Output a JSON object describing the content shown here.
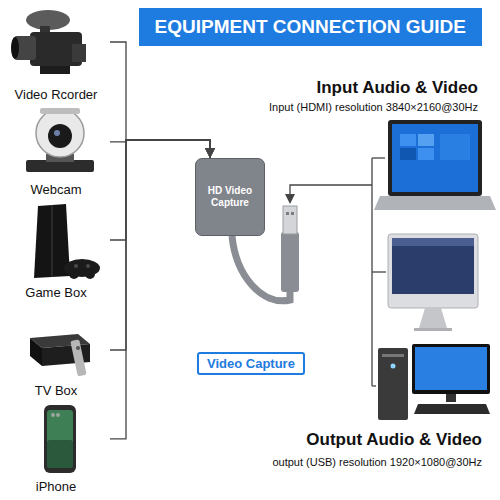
{
  "diagram": {
    "title": "EQUIPMENT CONNECTION GUIDE",
    "nodes": [
      {
        "text": [
          "Video Rcorder"
        ]
      },
      {
        "text": [
          "Webcam"
        ]
      },
      {
        "text": [
          "Game Box"
        ]
      },
      {
        "text": [
          "TV Box"
        ]
      },
      {
        "text": [
          "iPhone"
        ]
      },
      {
        "text": [
          "HD Video Capture"
        ]
      },
      {
        "text": [
          "Video Capture"
        ]
      }
    ],
    "edges": [
      {
        "from": 0,
        "to": 5,
        "arrow": "to"
      },
      {
        "from": 1,
        "to": 5,
        "arrow": "to"
      },
      {
        "from": 2,
        "to": 5,
        "arrow": "to"
      },
      {
        "from": 3,
        "to": 5,
        "arrow": "to"
      },
      {
        "from": 4,
        "to": 5,
        "arrow": "to"
      }
    ],
    "labels": [
      "Input Audio & Video",
      "Input (HDMI) resolution 3840×2160@30Hz",
      "Output Audio & Video",
      "output (USB) resolution 1920×1080@30Hz"
    ]
  }
}
